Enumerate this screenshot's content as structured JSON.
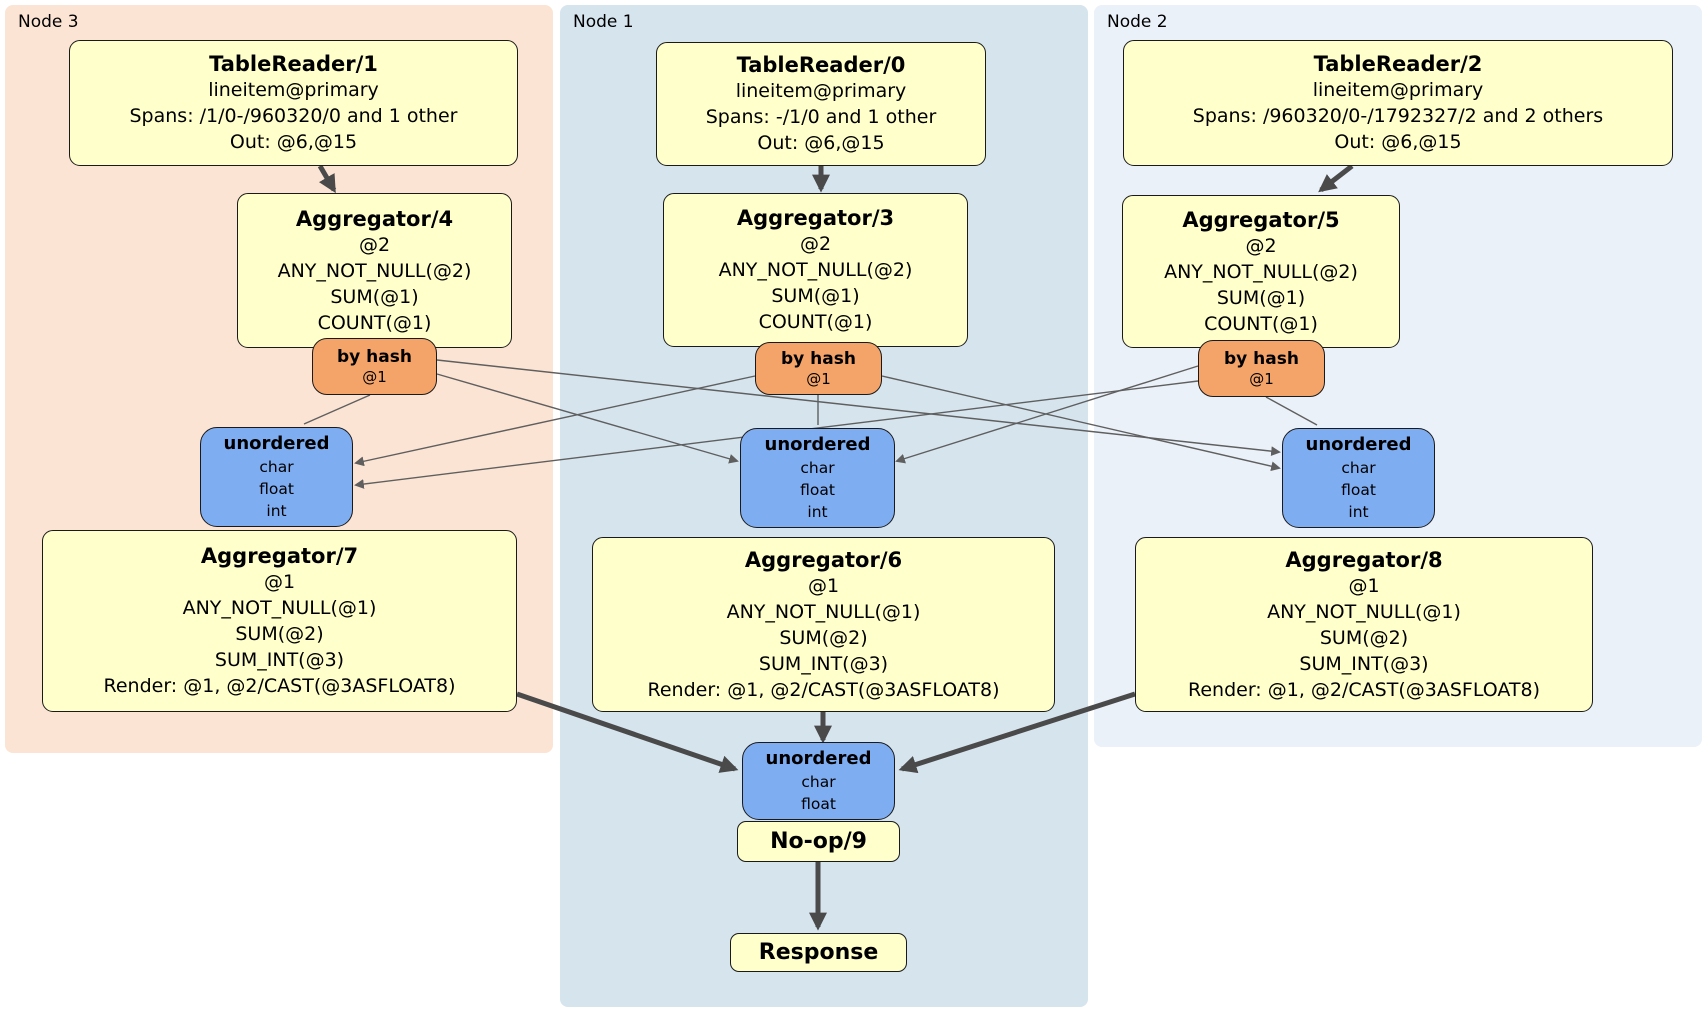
{
  "nodes": {
    "node3": {
      "label": "Node 3"
    },
    "node1": {
      "label": "Node 1"
    },
    "node2": {
      "label": "Node 2"
    }
  },
  "processors": {
    "tablereader1": {
      "title": "TableReader/1",
      "lines": [
        "lineitem@primary",
        "Spans: /1/0-/960320/0 and 1 other",
        "Out: @6,@15"
      ]
    },
    "tablereader0": {
      "title": "TableReader/0",
      "lines": [
        "lineitem@primary",
        "Spans: -/1/0 and 1 other",
        "Out: @6,@15"
      ]
    },
    "tablereader2": {
      "title": "TableReader/2",
      "lines": [
        "lineitem@primary",
        "Spans: /960320/0-/1792327/2 and 2 others",
        "Out: @6,@15"
      ]
    },
    "aggregator4": {
      "title": "Aggregator/4",
      "lines": [
        "@2",
        "ANY_NOT_NULL(@2)",
        "SUM(@1)",
        "COUNT(@1)"
      ]
    },
    "aggregator3": {
      "title": "Aggregator/3",
      "lines": [
        "@2",
        "ANY_NOT_NULL(@2)",
        "SUM(@1)",
        "COUNT(@1)"
      ]
    },
    "aggregator5": {
      "title": "Aggregator/5",
      "lines": [
        "@2",
        "ANY_NOT_NULL(@2)",
        "SUM(@1)",
        "COUNT(@1)"
      ]
    },
    "aggregator7": {
      "title": "Aggregator/7",
      "lines": [
        "@1",
        "ANY_NOT_NULL(@1)",
        "SUM(@2)",
        "SUM_INT(@3)",
        "Render: @1, @2/CAST(@3ASFLOAT8)"
      ]
    },
    "aggregator6": {
      "title": "Aggregator/6",
      "lines": [
        "@1",
        "ANY_NOT_NULL(@1)",
        "SUM(@2)",
        "SUM_INT(@3)",
        "Render: @1, @2/CAST(@3ASFLOAT8)"
      ]
    },
    "aggregator8": {
      "title": "Aggregator/8",
      "lines": [
        "@1",
        "ANY_NOT_NULL(@1)",
        "SUM(@2)",
        "SUM_INT(@3)",
        "Render: @1, @2/CAST(@3ASFLOAT8)"
      ]
    },
    "noop9": {
      "title": "No-op/9"
    },
    "response": {
      "title": "Response"
    }
  },
  "routers": {
    "byhash3": {
      "title": "by hash",
      "detail": "@1"
    },
    "byhash1": {
      "title": "by hash",
      "detail": "@1"
    },
    "byhash2": {
      "title": "by hash",
      "detail": "@1"
    }
  },
  "syncs": {
    "unordered3": {
      "title": "unordered",
      "lines": [
        "char",
        "float",
        "int"
      ]
    },
    "unordered1": {
      "title": "unordered",
      "lines": [
        "char",
        "float",
        "int"
      ]
    },
    "unordered2": {
      "title": "unordered",
      "lines": [
        "char",
        "float",
        "int"
      ]
    },
    "unorderedFinal": {
      "title": "unordered",
      "lines": [
        "char",
        "float"
      ]
    }
  },
  "colors": {
    "node3_bg": "#fce4d4",
    "node1_bg": "#d6e4ee",
    "node2_bg": "#ebf1f9",
    "processor_bg": "#ffffcc",
    "router_bg": "#f4a469",
    "sync_bg": "#7fadf2",
    "edge_thin": "#5f5f5f",
    "edge_thick": "#4a4a4a"
  }
}
